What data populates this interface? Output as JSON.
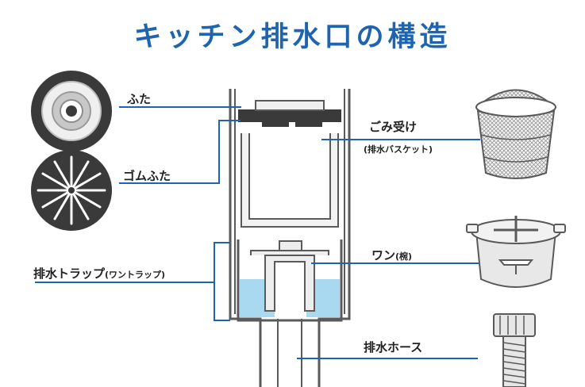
{
  "title": "キッチン排水口の構造",
  "colors": {
    "title": "#1f64ae",
    "leader": "#1f64ae",
    "outline": "#5a5a5a",
    "fill_light": "#eeeeee",
    "dark": "#3a3a3a",
    "water": "#a9d9f0"
  },
  "labels": {
    "lid": "ふた",
    "rubber_lid": "ゴムふた",
    "basket": "ごみ受け",
    "basket_sub": "(排水バスケット)",
    "trap": "排水トラップ",
    "trap_sub": "(ワントラップ)",
    "bowl": "ワン",
    "bowl_sub": "(椀)",
    "hose": "排水ホース"
  }
}
